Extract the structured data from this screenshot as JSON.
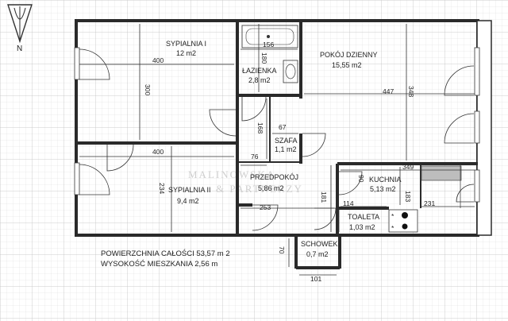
{
  "compass": {
    "letter": "N",
    "icon": "north-arrow-icon"
  },
  "rooms": {
    "sypialnia1": {
      "name": "SYPIALNIA I",
      "area": "12 m2"
    },
    "lazienka": {
      "name": "ŁAZIENKA",
      "area": "2,8 m2"
    },
    "pokoj": {
      "name": "POKÓJ DZIENNY",
      "area": "15,55 m2"
    },
    "szafa": {
      "name": "SZAFA",
      "area": "1,1 m2"
    },
    "przedpokoj": {
      "name": "PRZEDPOKÓJ",
      "area": "5,86 m2"
    },
    "kuchnia": {
      "name": "KUCHNIA",
      "area": "5,13 m2"
    },
    "sypialnia2": {
      "name": "SYPIALNIA II",
      "area": "9,4 m2"
    },
    "toaleta": {
      "name": "TOALETA",
      "area": "1,03 m2"
    },
    "schowek": {
      "name": "SCHOWEK",
      "area": "0,7 m2"
    }
  },
  "dimensions": {
    "d400a": "400",
    "d300": "300",
    "d156": "156",
    "d180": "180",
    "d447": "447",
    "d348": "348",
    "d168": "168",
    "d67": "67",
    "d76": "76",
    "d400b": "400",
    "d234": "234",
    "d90": "90",
    "d349": "349",
    "d183": "183",
    "d114": "114",
    "d231": "231",
    "d181": "181",
    "d253": "253",
    "d70": "70",
    "d101": "101"
  },
  "summary": {
    "area_line": "POWIERZCHNIA CAŁOŚCI 53,57 m 2",
    "height_line": "WYSOKOŚĆ MIESZKANIA 2,56 m"
  },
  "watermark": {
    "line1": "MALINOWSKA",
    "line2": "& PARTNERZY"
  }
}
